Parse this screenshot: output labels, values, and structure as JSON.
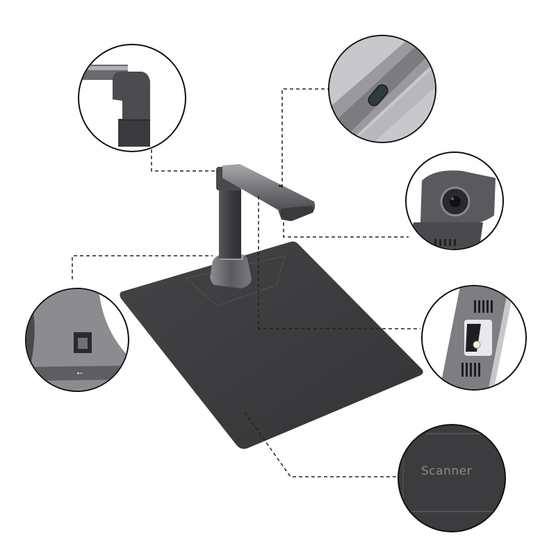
{
  "image": {
    "subject": "document-camera-scanner",
    "background_color": "#ffffff",
    "colors": {
      "mat": "#3b3b3d",
      "metal": "#6a6a6e",
      "metal_highlight": "#b5b5b8",
      "outline": "#111111",
      "dash_line": "#222222",
      "label_text": "#8a8a8a"
    }
  },
  "callouts": [
    {
      "id": "arm-hinge",
      "description": "arm hinge joint detail"
    },
    {
      "id": "arm-button",
      "description": "button on top of arm"
    },
    {
      "id": "camera-lens",
      "description": "camera lens head"
    },
    {
      "id": "usb-port",
      "description": "USB port on base",
      "icon": "usb-icon"
    },
    {
      "id": "led-light",
      "description": "LED light with vents under arm"
    },
    {
      "id": "scanner-mat",
      "description": "mat with printed label",
      "label": "Scanner"
    }
  ]
}
